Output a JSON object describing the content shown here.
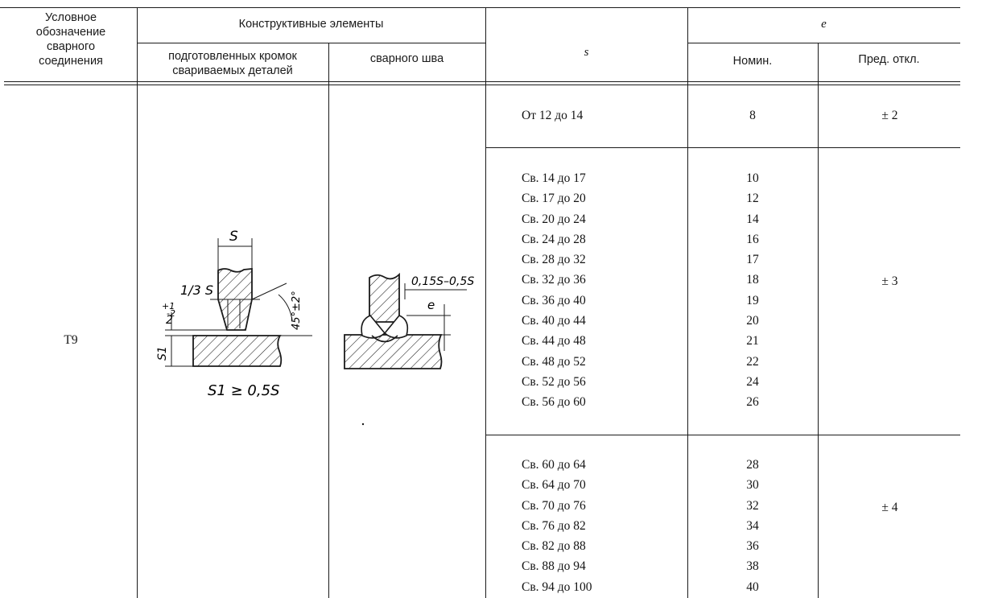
{
  "header": {
    "designation_lines": [
      "Условное",
      "обозначение",
      "сварного",
      "соединения"
    ],
    "structural": "Конструктивные элементы",
    "prepared_lines": [
      "подготовленных кромок",
      "свариваемых деталей"
    ],
    "weld": "сварного шва",
    "s": "s",
    "e": "e",
    "nominal": "Номин.",
    "deviation": "Пред. откл."
  },
  "row_designation": "Т9",
  "drawing_prepared": {
    "s_label": "S",
    "third_label": "1/3 S",
    "gap_label": "2",
    "gap_upper": "+1",
    "gap_lower": "-2",
    "angle_label": "45°±2°",
    "s1_label": "S1",
    "condition": "S1 ≥ 0,5S"
  },
  "drawing_weld": {
    "offset_label": "0,15S–0,5S",
    "e_label": "e"
  },
  "groups": [
    {
      "s_values": [
        "От 12 до 14"
      ],
      "nominals": [
        "8"
      ],
      "deviation": "± 2"
    },
    {
      "s_values": [
        "Св. 14 до 17",
        "Св. 17 до 20",
        "Св. 20 до 24",
        "Св. 24 до 28",
        "Св. 28 до 32",
        "Св. 32 до 36",
        "Св. 36 до 40",
        "Св. 40 до 44",
        "Св. 44 до 48",
        "Св. 48 до 52",
        "Св. 52 до 56",
        "Св. 56 до 60"
      ],
      "nominals": [
        "10",
        "12",
        "14",
        "16",
        "17",
        "18",
        "19",
        "20",
        "21",
        "22",
        "24",
        "26"
      ],
      "deviation": "± 3"
    },
    {
      "s_values": [
        "Св. 60 до 64",
        "Св. 64 до 70",
        "Св. 70 до 76",
        "Св. 76 до 82",
        "Св. 82 до 88",
        "Св. 88 до 94",
        "Св. 94 до 100"
      ],
      "nominals": [
        "28",
        "30",
        "32",
        "34",
        "36",
        "38",
        "40"
      ],
      "deviation": "± 4"
    }
  ]
}
